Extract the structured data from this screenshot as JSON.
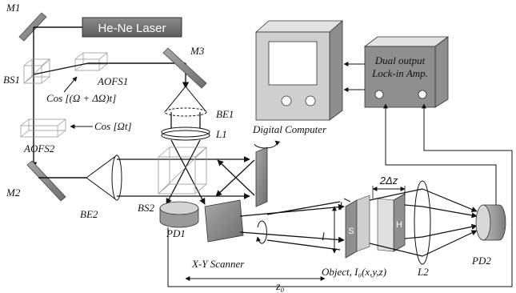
{
  "labels": {
    "m1": "M1",
    "m2": "M2",
    "m3": "M3",
    "laser": "He-Ne Laser",
    "bs1": "BS1",
    "bs2": "BS2",
    "aofs1": "AOFS1",
    "aofs2": "AOFS2",
    "cos1": "Cos [(Ω + ΔΩ)t]",
    "cos2": "Cos [Ωt]",
    "be1": "BE1",
    "be2": "BE2",
    "l1": "L1",
    "l2": "L2",
    "pd1": "PD1",
    "pd2": "PD2",
    "computer": "Digital Computer",
    "lockin_line1": "Dual output",
    "lockin_line2": "Lock-in Amp.",
    "scanner": "X-Y Scanner",
    "object": "Object, I₀(x,y,z)",
    "zo": "z₀",
    "l_top": "l",
    "l_mid": "l",
    "dz": "2Δz",
    "slab_s": "S",
    "slab_h": "H"
  },
  "colors": {
    "line": "#111111",
    "mirror": "#8a8a8a",
    "laser_box": "#777777",
    "device_face": "#cfcfcf",
    "device_side": "#8e8e8e",
    "device_top": "#e2e2e2",
    "screen": "#ffffff"
  }
}
